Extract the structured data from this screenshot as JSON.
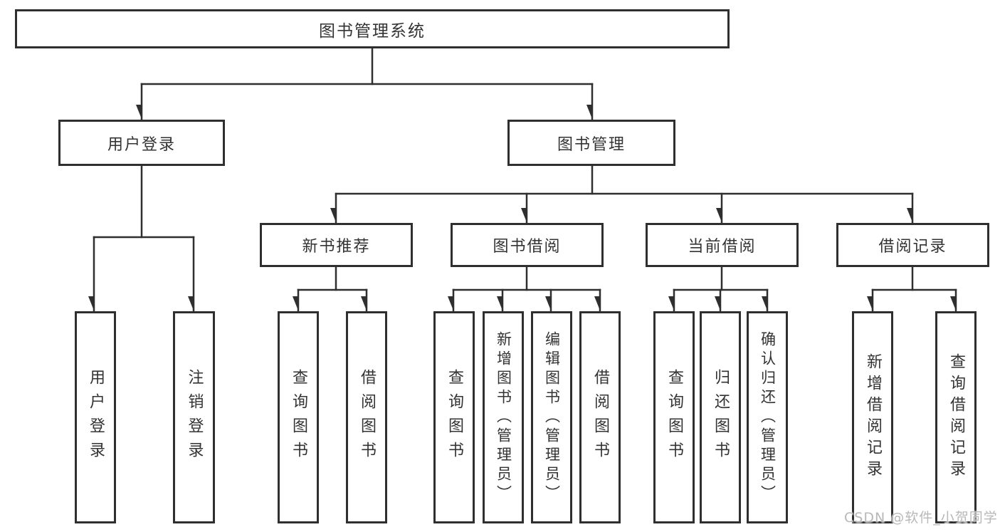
{
  "diagram_title": "图书管理系统",
  "watermark": "CSDN @软件_小贺同学",
  "colors": {
    "line": "#2f2f2f",
    "box_border": "#2f2f2f",
    "box_background": "#ffffff",
    "text": "#333333",
    "watermark_text": "#b8b8b8",
    "background": "#ffffff"
  },
  "tree": {
    "label": "图书管理系统",
    "children": [
      {
        "label": "用户登录",
        "children": [
          {
            "label": "用户登录"
          },
          {
            "label": "注销登录"
          }
        ]
      },
      {
        "label": "图书管理",
        "children": [
          {
            "label": "新书推荐",
            "children": [
              {
                "label": "查询图书"
              },
              {
                "label": "借阅图书"
              }
            ]
          },
          {
            "label": "图书借阅",
            "children": [
              {
                "label": "查询图书"
              },
              {
                "label": "新增图书（管理员）"
              },
              {
                "label": "编辑图书（管理员）"
              },
              {
                "label": "借阅图书"
              }
            ]
          },
          {
            "label": "当前借阅",
            "children": [
              {
                "label": "查询图书"
              },
              {
                "label": "归还图书"
              },
              {
                "label": "确认归还（管理员）"
              }
            ]
          },
          {
            "label": "借阅记录",
            "children": [
              {
                "label": "新增借阅记录"
              },
              {
                "label": "查询借阅记录"
              }
            ]
          }
        ]
      }
    ]
  }
}
